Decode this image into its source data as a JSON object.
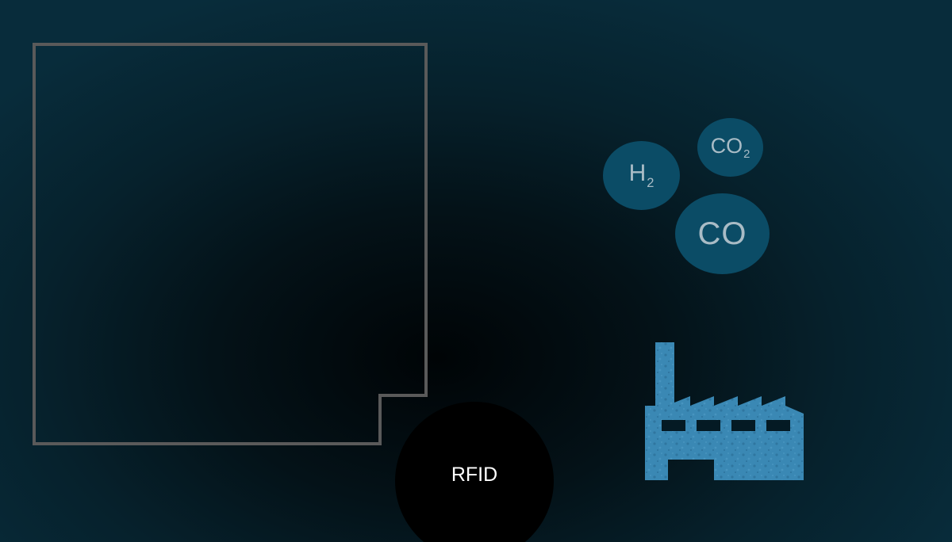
{
  "labels": {
    "rfid": "RFID"
  },
  "gases": {
    "h2": {
      "base": "H",
      "sub": "2"
    },
    "co2": {
      "base": "CO",
      "sub": "2"
    },
    "co": {
      "base": "CO"
    }
  },
  "icons": {
    "factory": "factory-icon"
  },
  "colors": {
    "frame_stroke": "#5a5a5a",
    "bubble_fill": "#0b4c66",
    "bubble_text": "#a9bcc6",
    "factory_fill": "#3a88b4"
  }
}
